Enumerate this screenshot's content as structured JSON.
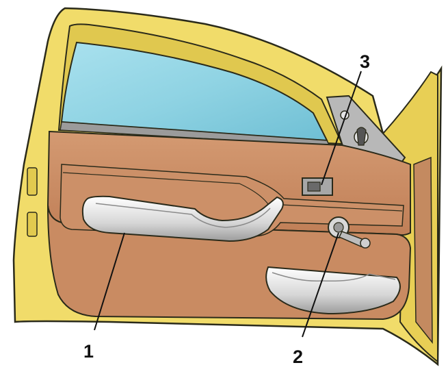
{
  "diagram": {
    "callouts": [
      {
        "number": "1",
        "target": "armrest-handle"
      },
      {
        "number": "2",
        "target": "window-winder-handle"
      },
      {
        "number": "3",
        "target": "lock-button"
      }
    ]
  },
  "colors": {
    "door_body": "#f1dc6a",
    "door_outline": "#2a2a1a",
    "glass": "#8fd3e3",
    "trim_panel": "#c98b62",
    "trim_dark": "#a96a45",
    "handle": "#cfcfcf",
    "background": "#ffffff"
  }
}
